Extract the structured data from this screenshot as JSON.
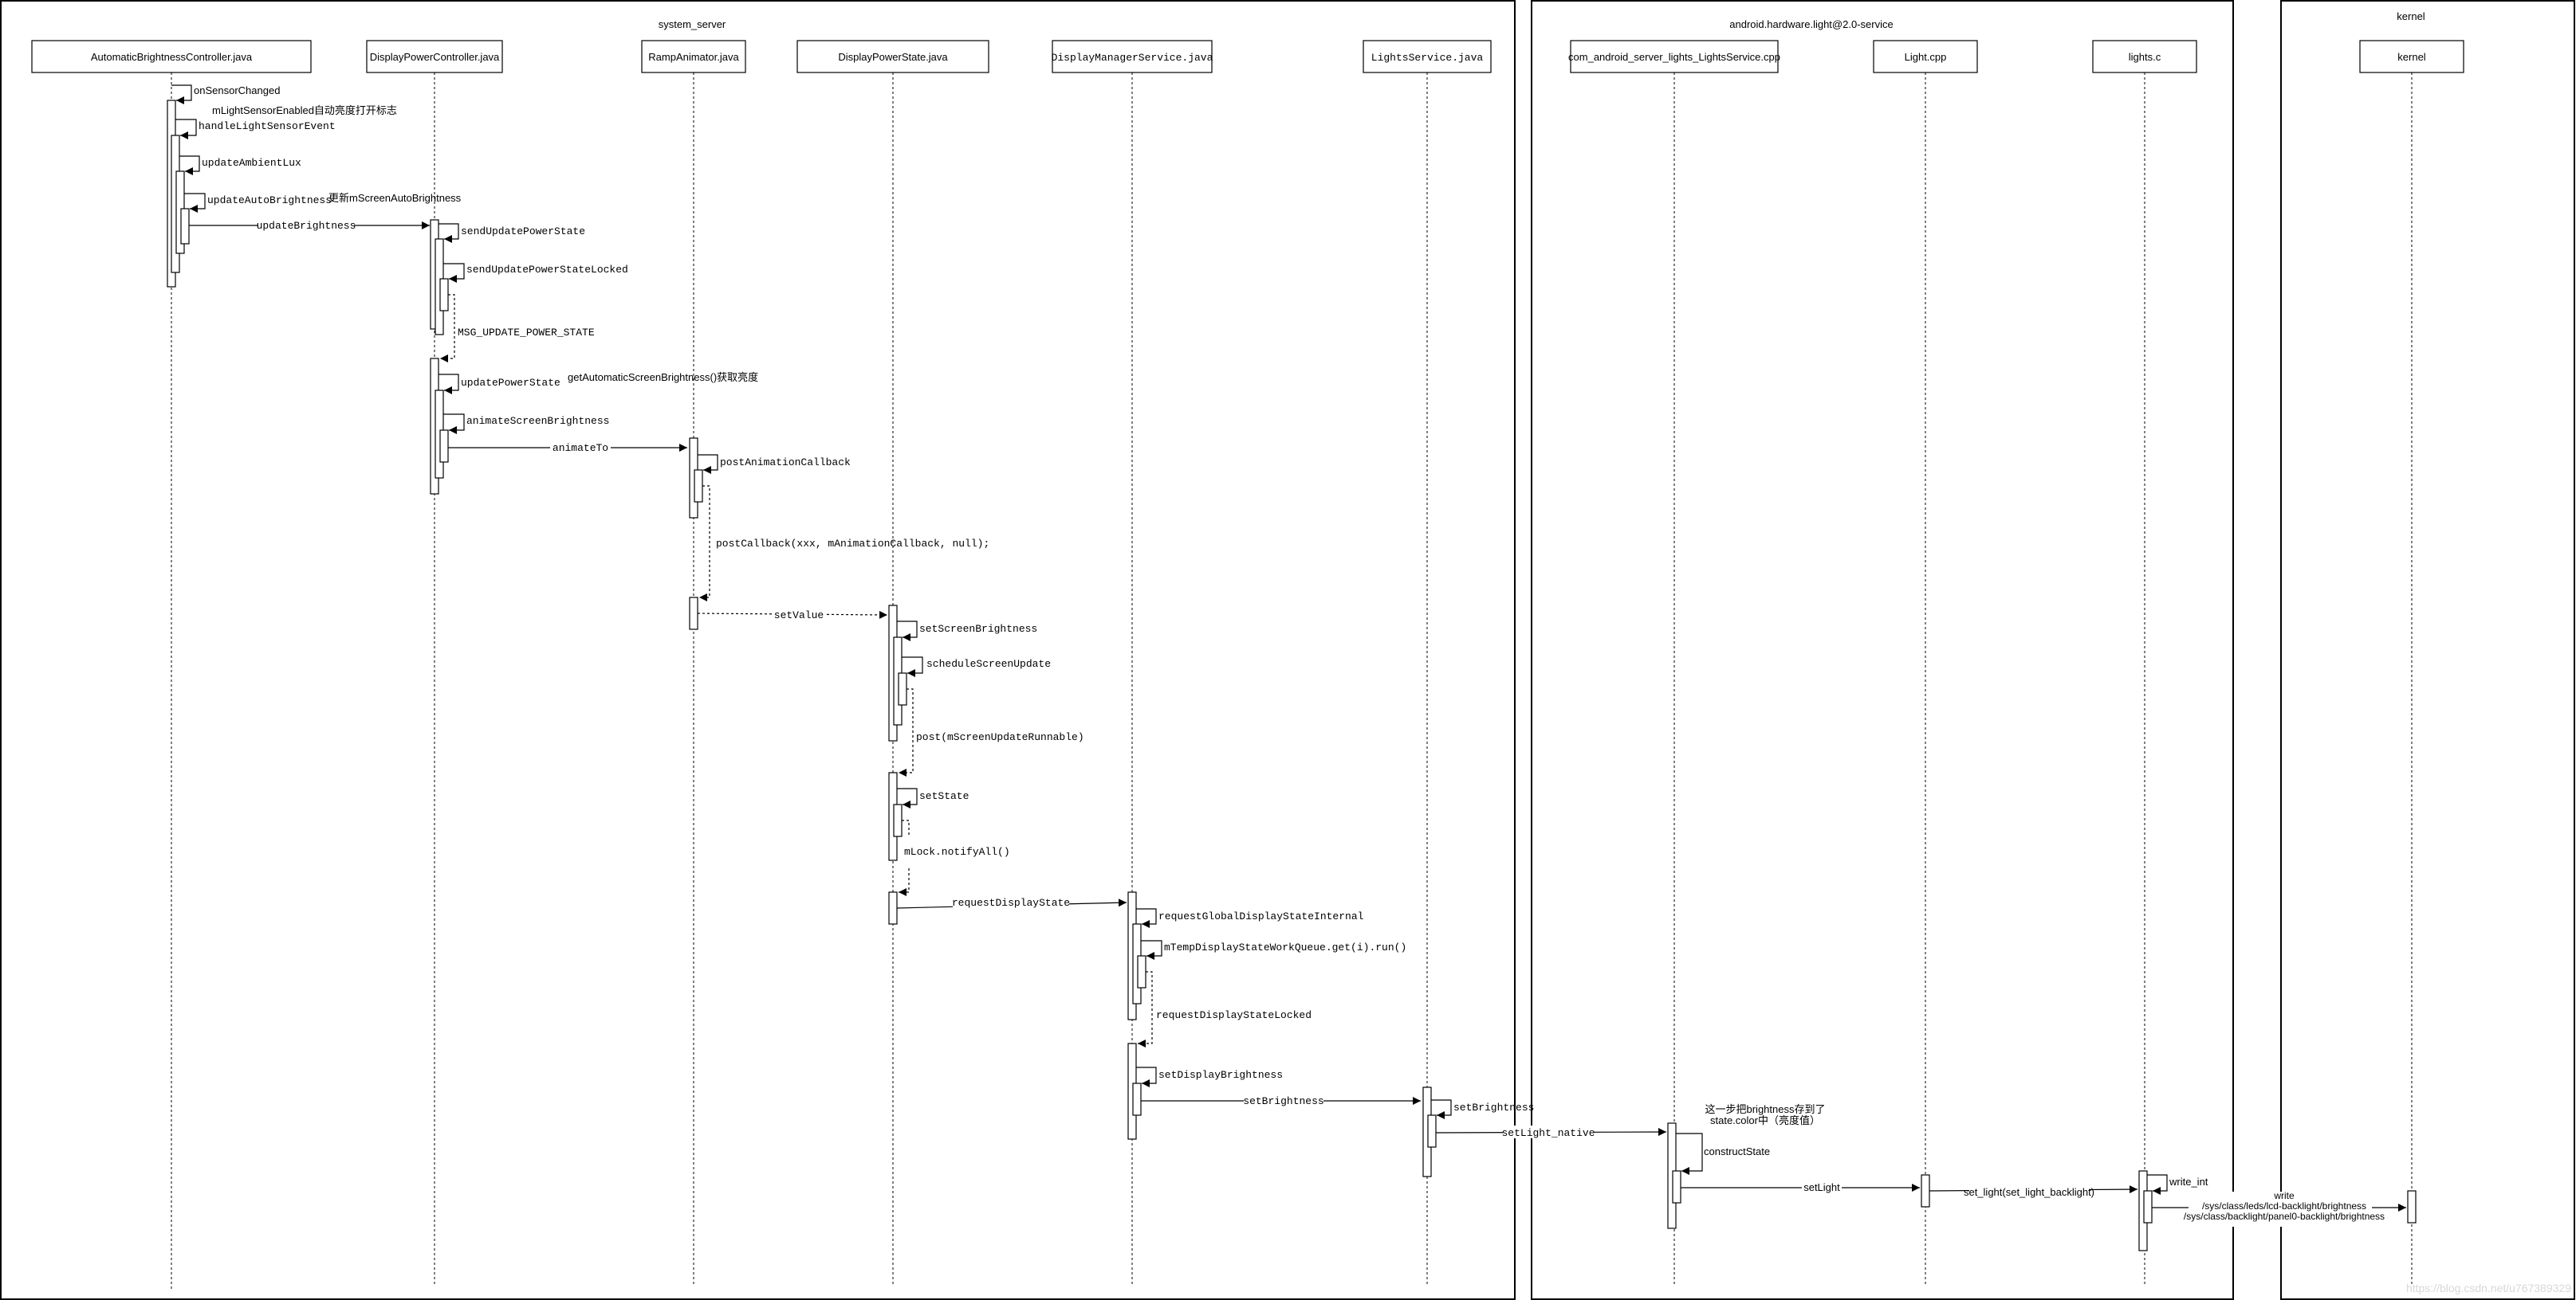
{
  "groups": [
    {
      "id": "g1",
      "label": "system_server"
    },
    {
      "id": "g2",
      "label": "android.hardware.light@2.0-service"
    },
    {
      "id": "g3",
      "label": "kernel"
    }
  ],
  "participants": [
    {
      "id": "abc",
      "label": "AutomaticBrightnessController.java",
      "mono": false
    },
    {
      "id": "dpc",
      "label": "DisplayPowerController.java",
      "mono": false
    },
    {
      "id": "ramp",
      "label": "RampAnimator.java",
      "mono": false
    },
    {
      "id": "dps",
      "label": "DisplayPowerState.java",
      "mono": false
    },
    {
      "id": "dms",
      "label": "DisplayManagerService.java",
      "mono": true
    },
    {
      "id": "ls",
      "label": "LightsService.java",
      "mono": true
    },
    {
      "id": "jni",
      "label": "com_android_server_lights_LightsService.cpp",
      "mono": false
    },
    {
      "id": "lightcpp",
      "label": "Light.cpp",
      "mono": false
    },
    {
      "id": "lightsc",
      "label": "lights.c",
      "mono": false
    },
    {
      "id": "kernel",
      "label": "kernel",
      "mono": false
    }
  ],
  "messages": [
    {
      "id": "m1",
      "label": "onSensorChanged",
      "mono": false
    },
    {
      "id": "m2",
      "label": "handleLightSensorEvent",
      "mono": true
    },
    {
      "id": "m3",
      "label": "updateAmbientLux",
      "mono": true
    },
    {
      "id": "m4",
      "label": "updateAutoBrightness",
      "mono": true
    },
    {
      "id": "m5",
      "label": "updateBrightness",
      "mono": true
    },
    {
      "id": "m6",
      "label": "sendUpdatePowerState",
      "mono": true
    },
    {
      "id": "m7",
      "label": "sendUpdatePowerStateLocked",
      "mono": true
    },
    {
      "id": "m8",
      "label": "MSG_UPDATE_POWER_STATE",
      "mono": true
    },
    {
      "id": "m9",
      "label": "updatePowerState",
      "mono": true
    },
    {
      "id": "m10",
      "label": "animateScreenBrightness",
      "mono": true
    },
    {
      "id": "m11",
      "label": "animateTo",
      "mono": true
    },
    {
      "id": "m12",
      "label": "postAnimationCallback",
      "mono": true
    },
    {
      "id": "m13",
      "label": "postCallback(xxx, mAnimationCallback, null);",
      "mono": true
    },
    {
      "id": "m14",
      "label": "setValue",
      "mono": true
    },
    {
      "id": "m15",
      "label": "setScreenBrightness",
      "mono": true
    },
    {
      "id": "m16",
      "label": "scheduleScreenUpdate",
      "mono": true
    },
    {
      "id": "m17",
      "label": "post(mScreenUpdateRunnable)",
      "mono": true
    },
    {
      "id": "m18",
      "label": "setState",
      "mono": true
    },
    {
      "id": "m19",
      "label": "mLock.notifyAll()",
      "mono": true
    },
    {
      "id": "m20",
      "label": "requestDisplayState",
      "mono": true
    },
    {
      "id": "m21",
      "label": "requestGlobalDisplayStateInternal",
      "mono": true
    },
    {
      "id": "m22",
      "label": "mTempDisplayStateWorkQueue.get(i).run()",
      "mono": true
    },
    {
      "id": "m23",
      "label": "requestDisplayStateLocked",
      "mono": true
    },
    {
      "id": "m24",
      "label": "setDisplayBrightness",
      "mono": true
    },
    {
      "id": "m25",
      "label": "setBrightness",
      "mono": true
    },
    {
      "id": "m26",
      "label": "setBrightness",
      "mono": true
    },
    {
      "id": "m27",
      "label": "setLight_native",
      "mono": true
    },
    {
      "id": "m28",
      "label": "constructState",
      "mono": false
    },
    {
      "id": "m29",
      "label": "setLight",
      "mono": false
    },
    {
      "id": "m30",
      "label": "set_light(set_light_backlight)",
      "mono": false
    },
    {
      "id": "m31",
      "label": "write_int",
      "mono": false
    },
    {
      "id": "m32",
      "label": "write\n/sys/class/leds/lcd-backlight/brightness\n/sys/class/backlight/panel0-backlight/brightness",
      "mono": false
    }
  ],
  "notes": [
    {
      "id": "n1",
      "text": "mLightSensorEnabled自动亮度打开标志"
    },
    {
      "id": "n2",
      "text": "更新mScreenAutoBrightness"
    },
    {
      "id": "n3",
      "text": "getAutomaticScreenBrightness()获取亮度"
    },
    {
      "id": "n4",
      "text": "这一步把brightness存到了\nstate.color中（亮度值）"
    }
  ],
  "watermark": "https://blog.csdn.net/u767389329"
}
